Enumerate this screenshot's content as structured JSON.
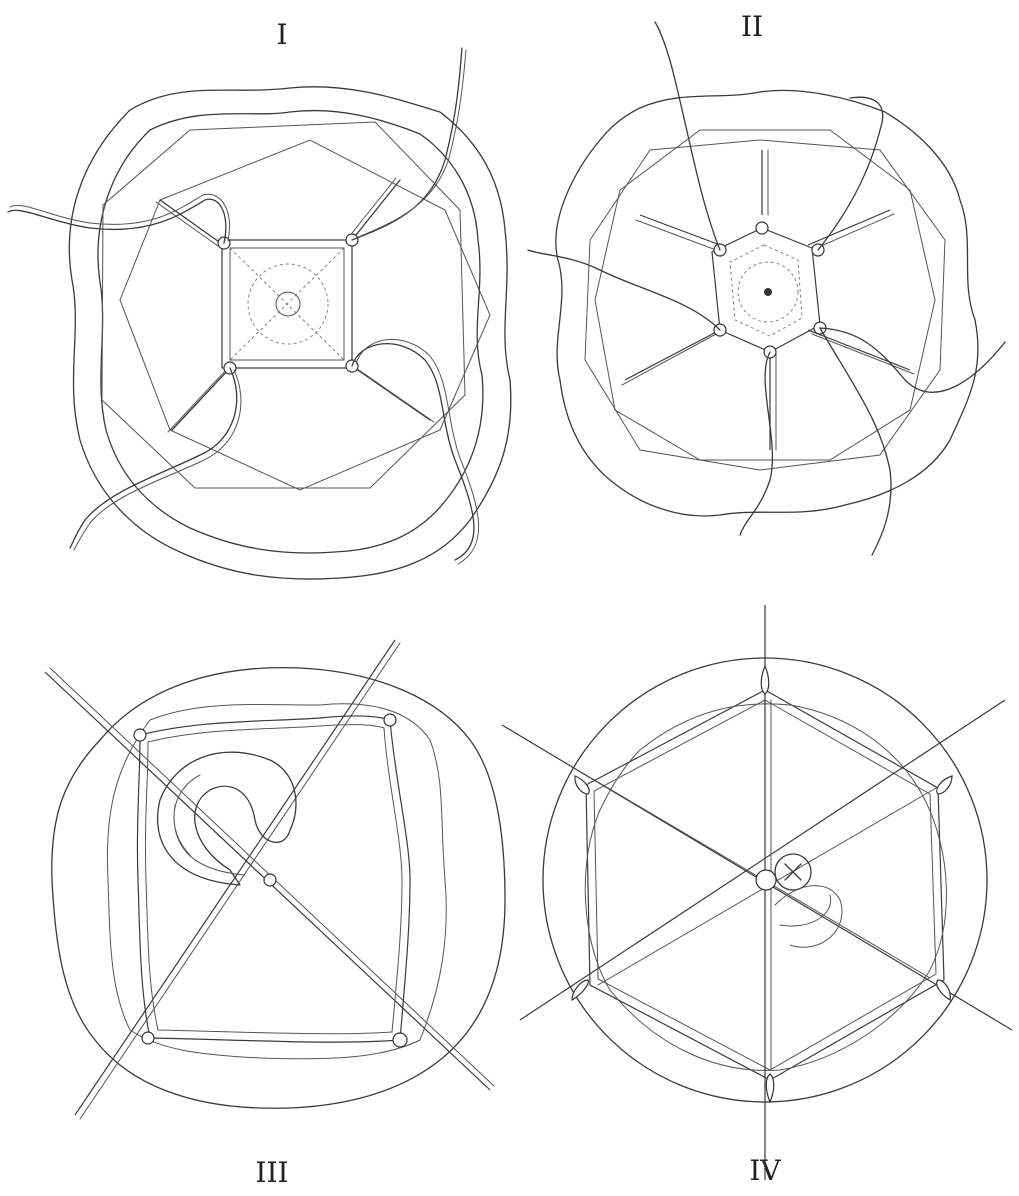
{
  "plate": {
    "figures": [
      {
        "id": "fig-1",
        "label": "I"
      },
      {
        "id": "fig-2",
        "label": "II"
      },
      {
        "id": "fig-3",
        "label": "III"
      },
      {
        "id": "fig-4",
        "label": "IV"
      }
    ]
  }
}
